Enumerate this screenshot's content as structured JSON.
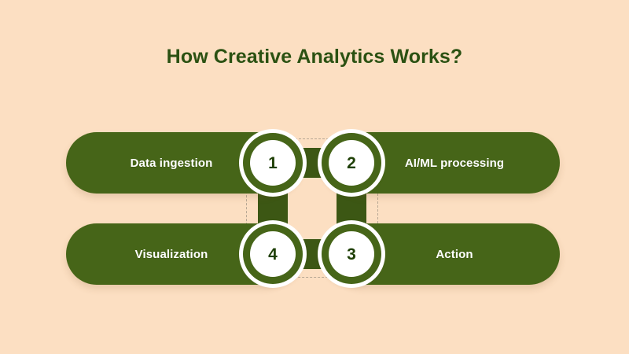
{
  "title": "How Creative Analytics Works?",
  "colors": {
    "background": "#fcdfc2",
    "green": "#466518",
    "green_dark": "#3c5714",
    "title_green": "#2b5112",
    "number_green": "#1f4007",
    "white": "#ffffff",
    "dashed_guide": "#b7a794"
  },
  "diagram": {
    "type": "cycle",
    "steps": [
      {
        "number": "1",
        "label": "Data ingestion",
        "position": "top-left"
      },
      {
        "number": "2",
        "label": "AI/ML processing",
        "position": "top-right"
      },
      {
        "number": "3",
        "label": "Action",
        "position": "bottom-right"
      },
      {
        "number": "4",
        "label": "Visualization",
        "position": "bottom-left"
      }
    ]
  }
}
